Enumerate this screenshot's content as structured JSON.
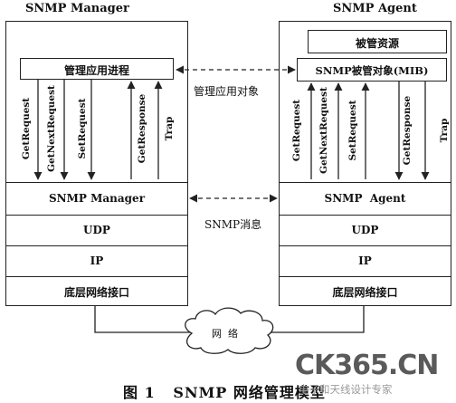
{
  "manager": {
    "title": "SNMP Manager",
    "app_process": "管理应用进程",
    "layer_manager": "SNMP Manager",
    "layer_udp": "UDP",
    "layer_ip": "IP",
    "layer_net": "底层网络接口",
    "ops": [
      "GetRequest",
      "GetNextRequest",
      "SetRequest",
      "GetResponse",
      "Trap"
    ]
  },
  "agent": {
    "title": "SNMP Agent",
    "managed_resource": "被管资源",
    "mib": "SNMP被管对象(MIB)",
    "layer_agent": "SNMP  Agent",
    "layer_udp": "UDP",
    "layer_ip": "IP",
    "layer_net": "底层网络接口",
    "ops": [
      "GetRequest",
      "GetNextRequest",
      "SetRequest",
      "GetResponse",
      "Trap"
    ]
  },
  "links": {
    "managed_objects": "管理应用对象",
    "snmp_message": "SNMP消息",
    "network": "网  络"
  },
  "caption": "图 1   SNMP 网络管理模型",
  "watermark": {
    "brand": "CK365.CN",
    "tagline": "电子和天线设计专家"
  },
  "colors": {
    "line": "#222222",
    "wm_dark": "#5a5a5a",
    "wm_light": "#9a9a9a"
  }
}
